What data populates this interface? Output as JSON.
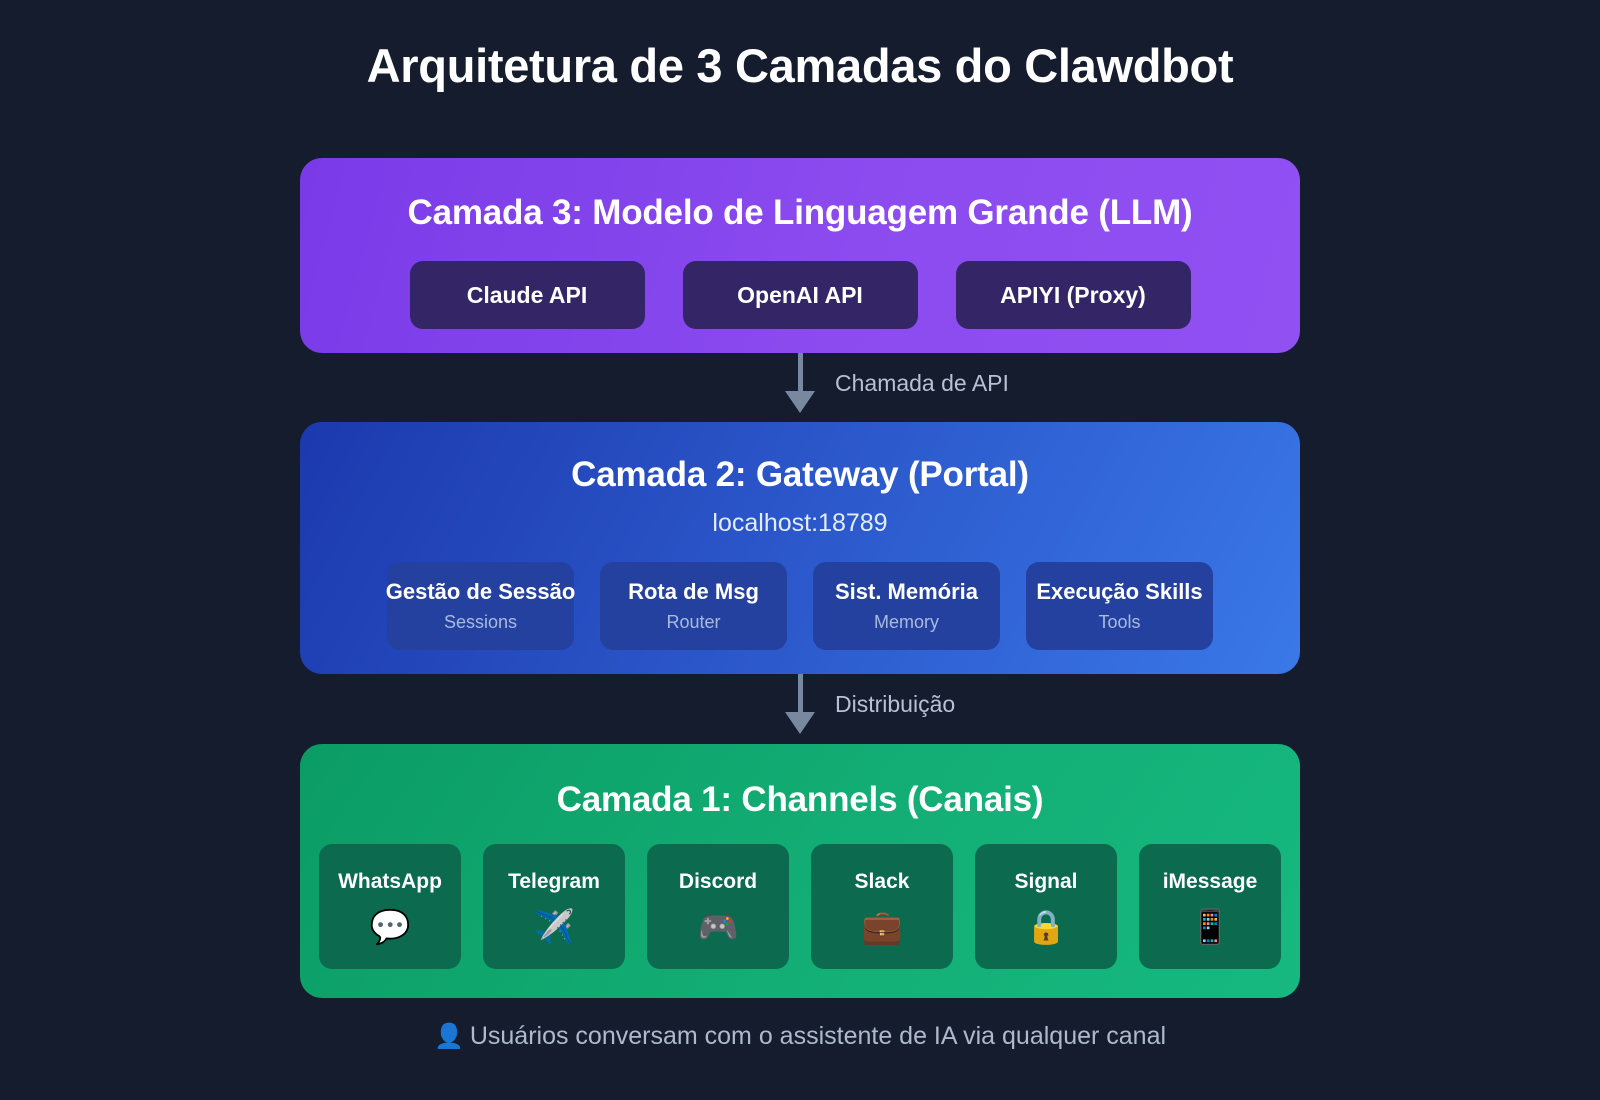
{
  "title": "Arquitetura de 3 Camadas do Clawdbot",
  "colors": {
    "background": "#141c2e",
    "layer3_start": "#7a3ae8",
    "layer3_end": "#9050f2",
    "layer3_chip": "#342567",
    "layer2_start": "#1c39ae",
    "layer2_end": "#3a78e8",
    "layer2_chip": "#24419f",
    "layer1_start": "#0b9c65",
    "layer1_end": "#16b981",
    "layer1_chip": "#0c6b4f",
    "arrow": "#78899f",
    "muted_text": "#aebacb"
  },
  "layers": {
    "llm": {
      "title": "Camada 3: Modelo de Linguagem Grande (LLM)",
      "chips": [
        {
          "label": "Claude API"
        },
        {
          "label": "OpenAI API"
        },
        {
          "label": "APIYI (Proxy)"
        }
      ]
    },
    "gateway": {
      "title": "Camada 2: Gateway (Portal)",
      "subtitle": "localhost:18789",
      "chips": [
        {
          "label": "Gestão de Sessão",
          "sub": "Sessions"
        },
        {
          "label": "Rota de Msg",
          "sub": "Router"
        },
        {
          "label": "Sist. Memória",
          "sub": "Memory"
        },
        {
          "label": "Execução Skills",
          "sub": "Tools"
        }
      ]
    },
    "channels": {
      "title": "Camada 1: Channels (Canais)",
      "chips": [
        {
          "label": "WhatsApp",
          "icon": "💬",
          "icon_name": "speech-balloon-icon"
        },
        {
          "label": "Telegram",
          "icon": "✈️",
          "icon_name": "airplane-icon"
        },
        {
          "label": "Discord",
          "icon": "🎮",
          "icon_name": "video-game-controller-icon"
        },
        {
          "label": "Slack",
          "icon": "💼",
          "icon_name": "briefcase-icon"
        },
        {
          "label": "Signal",
          "icon": "🔒",
          "icon_name": "lock-icon"
        },
        {
          "label": "iMessage",
          "icon": "📱",
          "icon_name": "mobile-phone-icon"
        }
      ]
    }
  },
  "connectors": {
    "api_call": "Chamada de API",
    "distribution": "Distribuição"
  },
  "footer": {
    "icon": "👤",
    "icon_name": "user-bust-icon",
    "text": "Usuários conversam com o assistente de IA via qualquer canal"
  }
}
